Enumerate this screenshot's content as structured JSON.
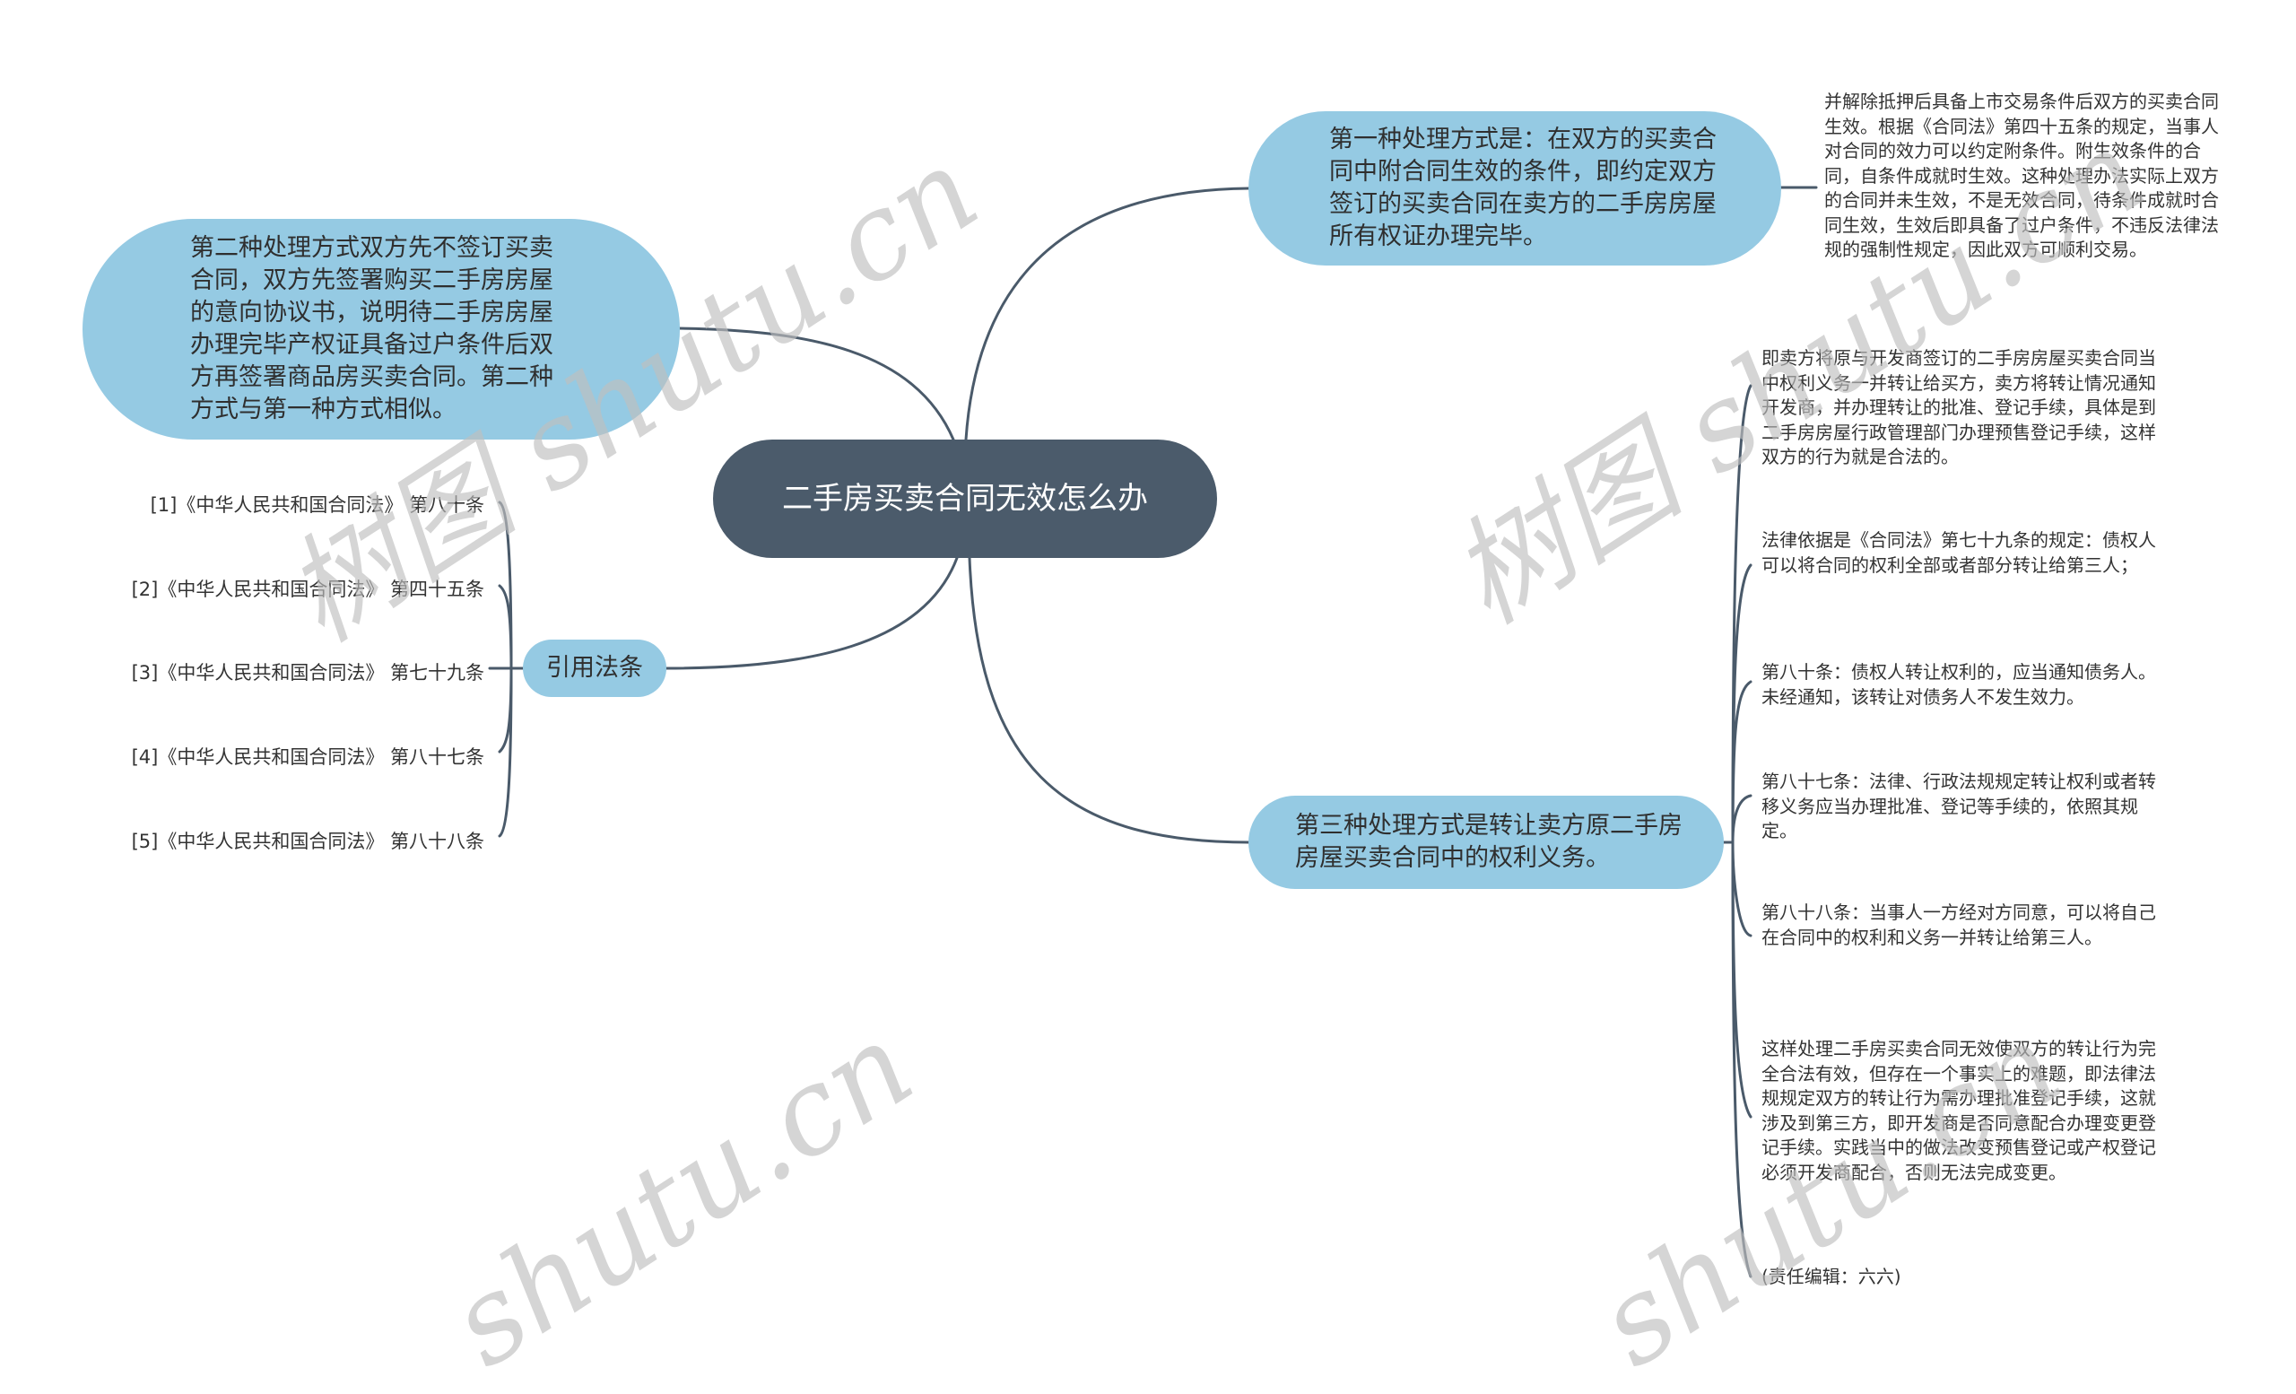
{
  "mindmap": {
    "root": {
      "label": "二手房买卖合同无效怎么办"
    },
    "branches": {
      "first": {
        "label": "第一种处理方式是：在双方的买卖合同中附合同生效的条件，即约定双方签订的买卖合同在卖方的二手房房屋所有权证办理完毕。",
        "detail": "并解除抵押后具备上市交易条件后双方的买卖合同生效。根据《合同法》第四十五条的规定，当事人对合同的效力可以约定附条件。附生效条件的合同，自条件成就时生效。这种处理办法实际上双方的合同并未生效，不是无效合同，待条件成就时合同生效，生效后即具备了过户条件，不违反法律法规的强制性规定，因此双方可顺利交易。"
      },
      "second": {
        "label": "第二种处理方式双方先不签订买卖合同，双方先签署购买二手房房屋的意向协议书，说明待二手房房屋办理完毕产权证具备过户条件后双方再签署商品房买卖合同。第二种方式与第一种方式相似。"
      },
      "third": {
        "label": "第三种处理方式是转让卖方原二手房房屋买卖合同中的权利义务。",
        "details": [
          "即卖方将原与开发商签订的二手房房屋买卖合同当中权利义务一并转让给买方，卖方将转让情况通知开发商，并办理转让的批准、登记手续，具体是到二手房房屋行政管理部门办理预售登记手续，这样双方的行为就是合法的。",
          "法律依据是《合同法》第七十九条的规定：债权人可以将合同的权利全部或者部分转让给第三人；",
          "第八十条：债权人转让权利的，应当通知债务人。未经通知，该转让对债务人不发生效力。",
          "第八十七条：法律、行政法规规定转让权利或者转移义务应当办理批准、登记等手续的，依照其规定。",
          "第八十八条：当事人一方经对方同意，可以将自己在合同中的权利和义务一并转让给第三人。",
          "这样处理二手房买卖合同无效使双方的转让行为完全合法有效，但存在一个事实上的难题，即法律法规规定双方的转让行为需办理批准登记手续，这就涉及到第三方，即开发商是否同意配合办理变更登记手续。实践当中的做法改变预售登记或产权登记必须开发商配合，否则无法完成变更。",
          "(责任编辑：六六)"
        ]
      },
      "citations": {
        "label": "引用法条",
        "items": [
          "[1]《中华人民共和国合同法》 第八十条",
          "[2]《中华人民共和国合同法》 第四十五条",
          "[3]《中华人民共和国合同法》 第七十九条",
          "[4]《中华人民共和国合同法》 第八十七条",
          "[5]《中华人民共和国合同法》 第八十八条"
        ]
      }
    },
    "colors": {
      "root_fill": "#4b5b6b",
      "topic_fill": "#95cae3",
      "link_stroke": "#4a5a6a",
      "background": "#ffffff"
    },
    "watermark": {
      "text_a": "树图 shutu.cn",
      "text_b": "shutu.cn"
    }
  }
}
